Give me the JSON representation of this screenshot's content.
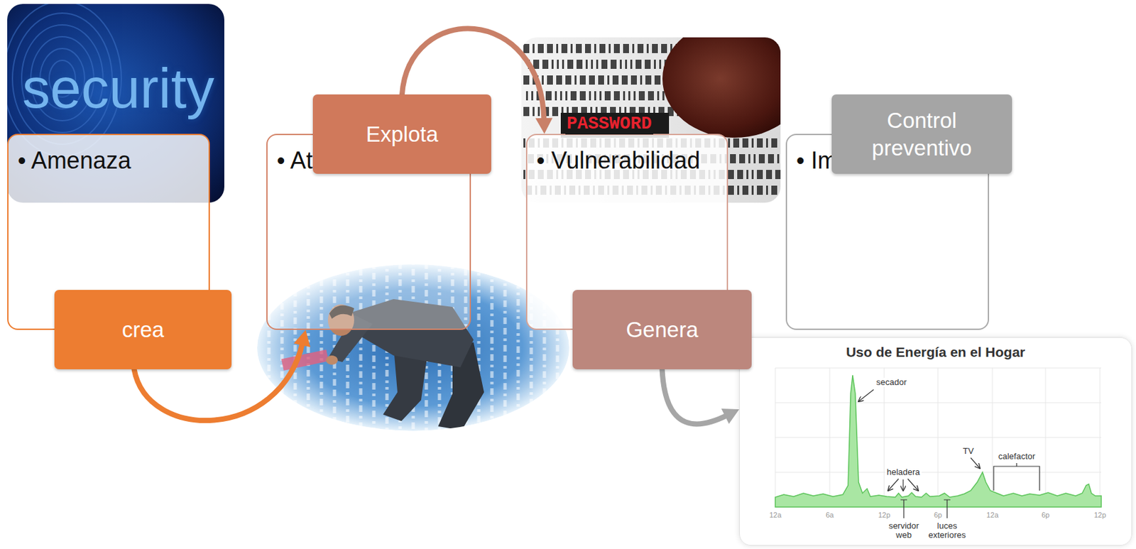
{
  "diagram": {
    "nodes": [
      {
        "text": [
          "• Amenaza"
        ]
      },
      {
        "text": [
          "crea"
        ]
      },
      {
        "text": [
          "Explota"
        ]
      },
      {
        "text": [
          "• Ataque"
        ]
      },
      {
        "text": [
          "• Vulnerabilidad"
        ]
      },
      {
        "text": [
          "Genera"
        ]
      },
      {
        "text": [
          "Control preventivo"
        ]
      },
      {
        "text": [
          "• Impacto"
        ]
      },
      {
        "text": [
          "Uso de Energía en el Hogar"
        ]
      }
    ],
    "edges": [
      {
        "from": 1,
        "to": 3,
        "arrow": "to"
      },
      {
        "from": 2,
        "to": 4,
        "arrow": "to"
      },
      {
        "from": 5,
        "to": 8,
        "arrow": "to"
      }
    ],
    "labels": [
      "security",
      "PASSWORD",
      "secador",
      "heladera",
      "TV",
      "calefactor",
      "servidor web",
      "luces exteriores",
      "12a",
      "6a",
      "12p",
      "6p",
      "12a",
      "6p",
      "12p"
    ]
  }
}
